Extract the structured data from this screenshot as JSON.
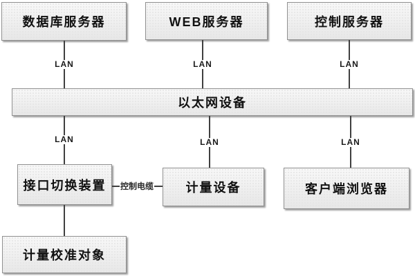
{
  "nodes": {
    "database_server": {
      "label": "数据库服务器"
    },
    "web_server": {
      "label": "WEB服务器"
    },
    "control_server": {
      "label": "控制服务器"
    },
    "ethernet_device": {
      "label": "以太网设备"
    },
    "interface_switch": {
      "label": "接口切换装置"
    },
    "metering_device": {
      "label": "计量设备"
    },
    "client_browser": {
      "label": "客户端浏览器"
    },
    "calibration_object": {
      "label": "计量校准对象"
    }
  },
  "edge_labels": {
    "lan": "LAN",
    "control_cable": "控制电缆"
  },
  "edges": [
    {
      "from": "database_server",
      "to": "ethernet_device",
      "label": "LAN"
    },
    {
      "from": "web_server",
      "to": "ethernet_device",
      "label": "LAN"
    },
    {
      "from": "control_server",
      "to": "ethernet_device",
      "label": "LAN"
    },
    {
      "from": "ethernet_device",
      "to": "interface_switch",
      "label": "LAN"
    },
    {
      "from": "ethernet_device",
      "to": "metering_device",
      "label": "LAN"
    },
    {
      "from": "ethernet_device",
      "to": "client_browser",
      "label": "LAN"
    },
    {
      "from": "interface_switch",
      "to": "metering_device",
      "label": "控制电缆"
    },
    {
      "from": "interface_switch",
      "to": "calibration_object",
      "label": ""
    }
  ],
  "colors": {
    "background": "#ffffff",
    "box_fill_top": "#f8f8f8",
    "box_fill_bottom": "#e7e7e7",
    "box_border": "#8f8f8f",
    "box_shadow": "#9e9e9e",
    "connector_line": "#3f3f3f",
    "label_text": "#111111"
  }
}
